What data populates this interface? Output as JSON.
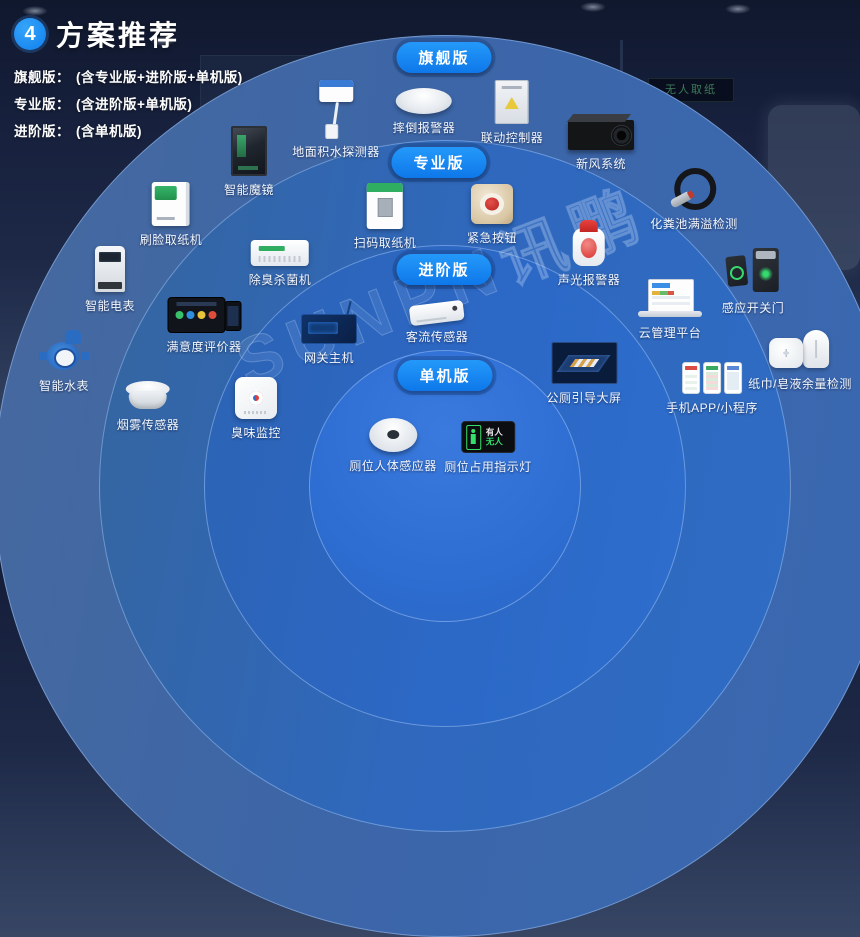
{
  "header": {
    "badge": "4",
    "title": "方案推荐",
    "tiers": [
      {
        "name": "旗舰版：",
        "desc": "(含专业版+进阶版+单机版)"
      },
      {
        "name": "专业版：",
        "desc": "(含进阶版+单机版)"
      },
      {
        "name": "进阶版：",
        "desc": "(含单机版)"
      }
    ]
  },
  "rings": [
    {
      "label": "旗舰版"
    },
    {
      "label": "专业版"
    },
    {
      "label": "进阶版"
    },
    {
      "label": "单机版"
    }
  ],
  "products": [
    {
      "label": "智能魔镜"
    },
    {
      "label": "地面积水探测器"
    },
    {
      "label": "摔倒报警器"
    },
    {
      "label": "联动控制器"
    },
    {
      "label": "新风系统"
    },
    {
      "label": "化粪池满溢检测"
    },
    {
      "label": "刷脸取纸机"
    },
    {
      "label": "除臭杀菌机"
    },
    {
      "label": "扫码取纸机"
    },
    {
      "label": "紧急按钮"
    },
    {
      "label": "声光报警器"
    },
    {
      "label": "智能电表"
    },
    {
      "label": "满意度评价器"
    },
    {
      "label": "智能水表"
    },
    {
      "label": "烟雾传感器"
    },
    {
      "label": "臭味监控"
    },
    {
      "label": "网关主机"
    },
    {
      "label": "客流传感器"
    },
    {
      "label": "云管理平台"
    },
    {
      "label": "感应开关门"
    },
    {
      "label": "纸巾/皂液余量检测"
    },
    {
      "label": "公厕引导大屏"
    },
    {
      "label": "手机APP/小程序"
    },
    {
      "label": "厕位人体感应器"
    },
    {
      "label": "厕位占用指示灯",
      "occupied_text": "有人",
      "vacant_text": "无人"
    }
  ],
  "watermark": "SUNPN讯鹏",
  "background_sign": "无人取纸",
  "colors": {
    "accent_blue": "#1787f6",
    "ring_outer": "#3c66a8",
    "ring_professional": "#2f68bd",
    "ring_advanced": "#2c68c6",
    "ring_inner": "#2e6ed2",
    "background_navy": "#18223f",
    "vacant_green": "#35e06a"
  }
}
